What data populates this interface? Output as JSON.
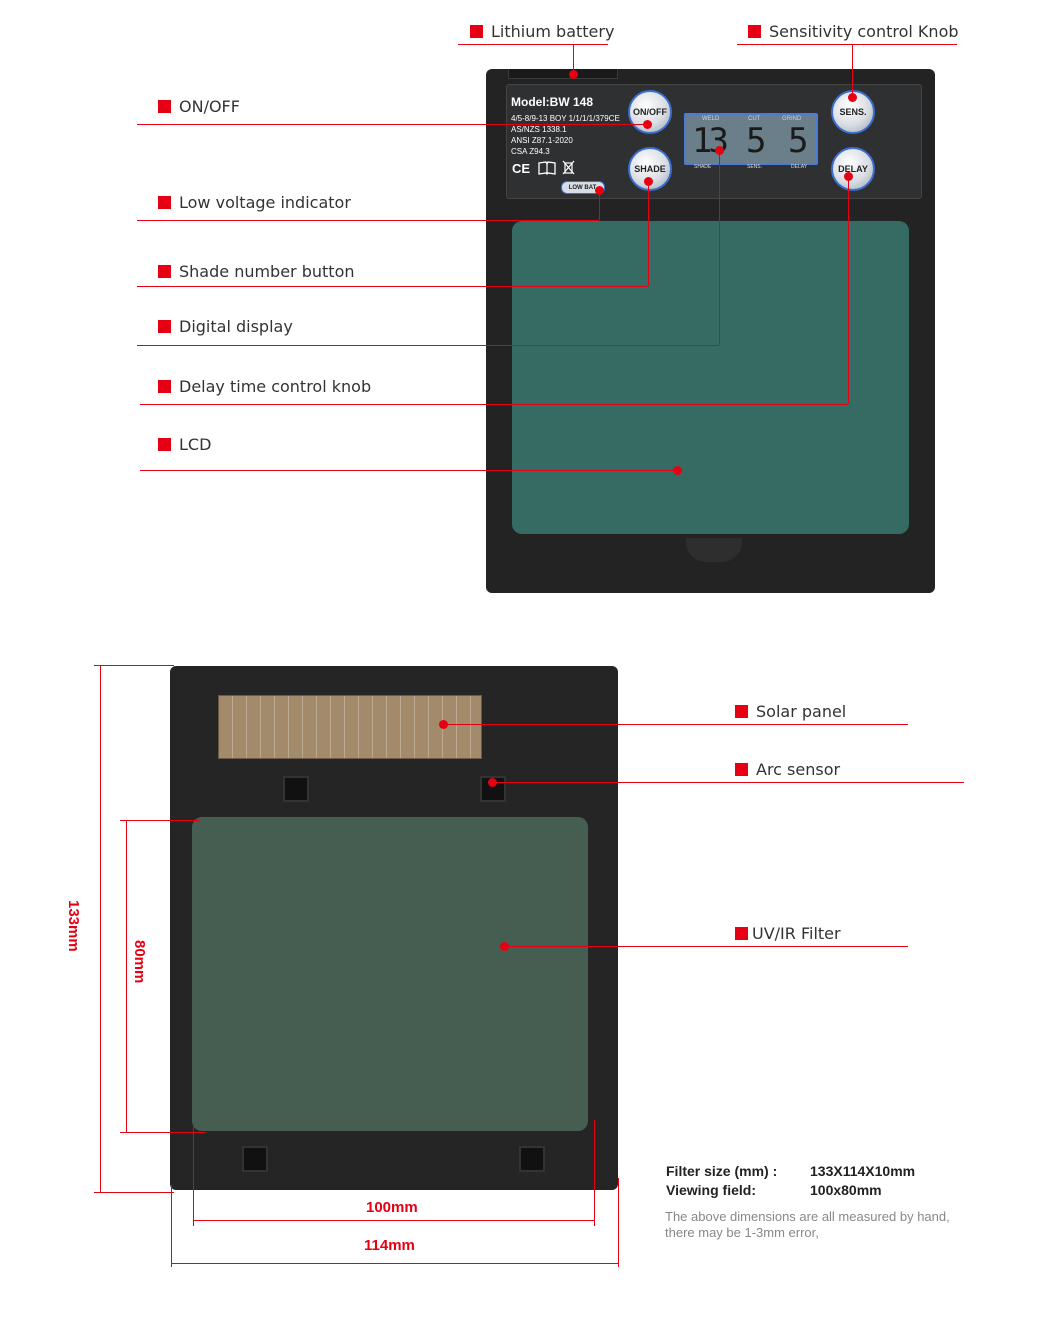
{
  "labels": {
    "lithium_battery": "Lithium battery",
    "sensitivity_knob": "Sensitivity control Knob",
    "on_off": "ON/OFF",
    "low_voltage": "Low voltage indicator",
    "shade_button": "Shade number button",
    "digital_display": "Digital display",
    "delay_knob": "Delay time control knob",
    "lcd": "LCD",
    "solar_panel": "Solar panel",
    "arc_sensor": "Arc sensor",
    "uv_ir_filter": "UV/IR Filter"
  },
  "panel": {
    "model": "Model:BW 148",
    "spec_line1": "4/5-8/9-13 BOY 1/1/1/1/379CE",
    "spec_line2": "AS/NZS 1338.1",
    "spec_line3": "ANSI Z87.1-2020",
    "spec_line4": "CSA Z94.3",
    "marks": "CE",
    "btn_onoff": "ON/OFF",
    "btn_shade": "SHADE",
    "btn_sens": "SENS.",
    "btn_delay": "DELAY",
    "low_bat": "LOW BAT.",
    "seg_weld": "WELD",
    "seg_cut": "CUT",
    "seg_grind": "GRIND",
    "digit1": "13",
    "digit2": "5",
    "digit3": "5",
    "under_shade": "SHADE",
    "under_sens": "SENS.",
    "under_delay": "DELAY"
  },
  "dimensions": {
    "height_total": "133mm",
    "height_view": "80mm",
    "width_view": "100mm",
    "width_total": "114mm"
  },
  "specs": {
    "filter_size_label": "Filter size (mm) :",
    "filter_size_value": "133X114X10mm",
    "viewing_field_label": "Viewing field:",
    "viewing_field_value": "100x80mm",
    "note_line1": "The above dimensions are all measured by hand,",
    "note_line2": "there may be 1-3mm error,"
  },
  "colors": {
    "accent": "#e60012",
    "lcd": "#356b62",
    "uv_filter": "#465d52",
    "frame": "#232323"
  }
}
